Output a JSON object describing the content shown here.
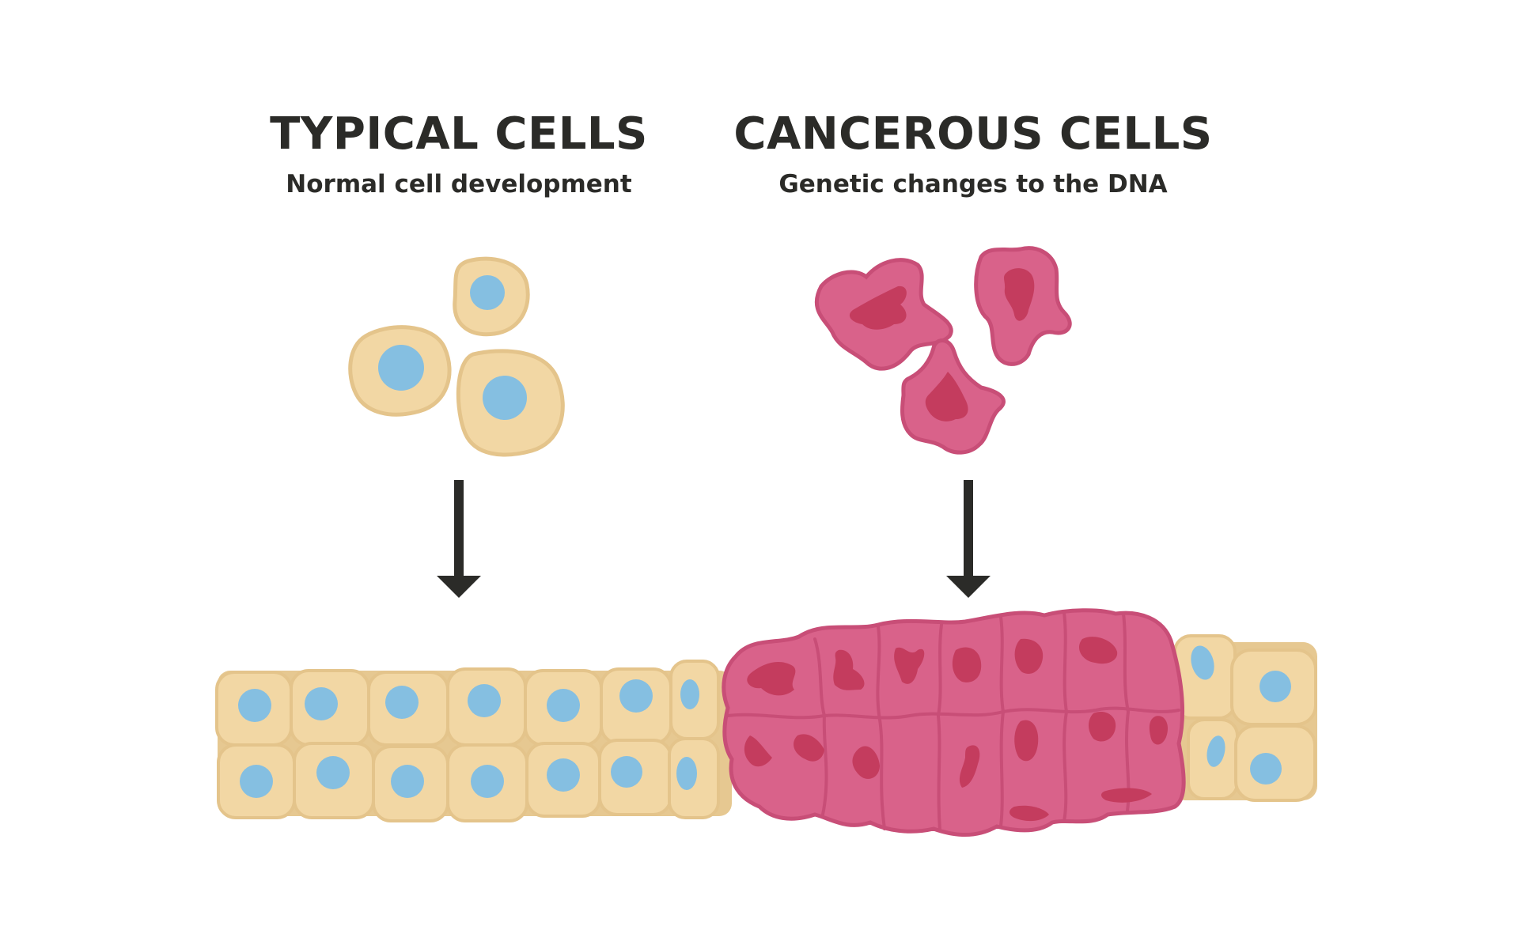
{
  "typical": {
    "title": "TYPICAL CELLS",
    "subtitle": "Normal cell development"
  },
  "cancerous": {
    "title": "CANCEROUS CELLS",
    "subtitle": "Genetic changes to the DNA"
  },
  "colors": {
    "normal_cell_fill": "#f2d7a4",
    "normal_cell_edge": "#e4c48b",
    "nucleus_blue": "#85bfe1",
    "cancer_cell_fill": "#d9628a",
    "cancer_cell_edge": "#c84e77",
    "cancer_nucleus": "#c43c5e",
    "arrow": "#2b2b28",
    "text": "#2b2b28"
  }
}
